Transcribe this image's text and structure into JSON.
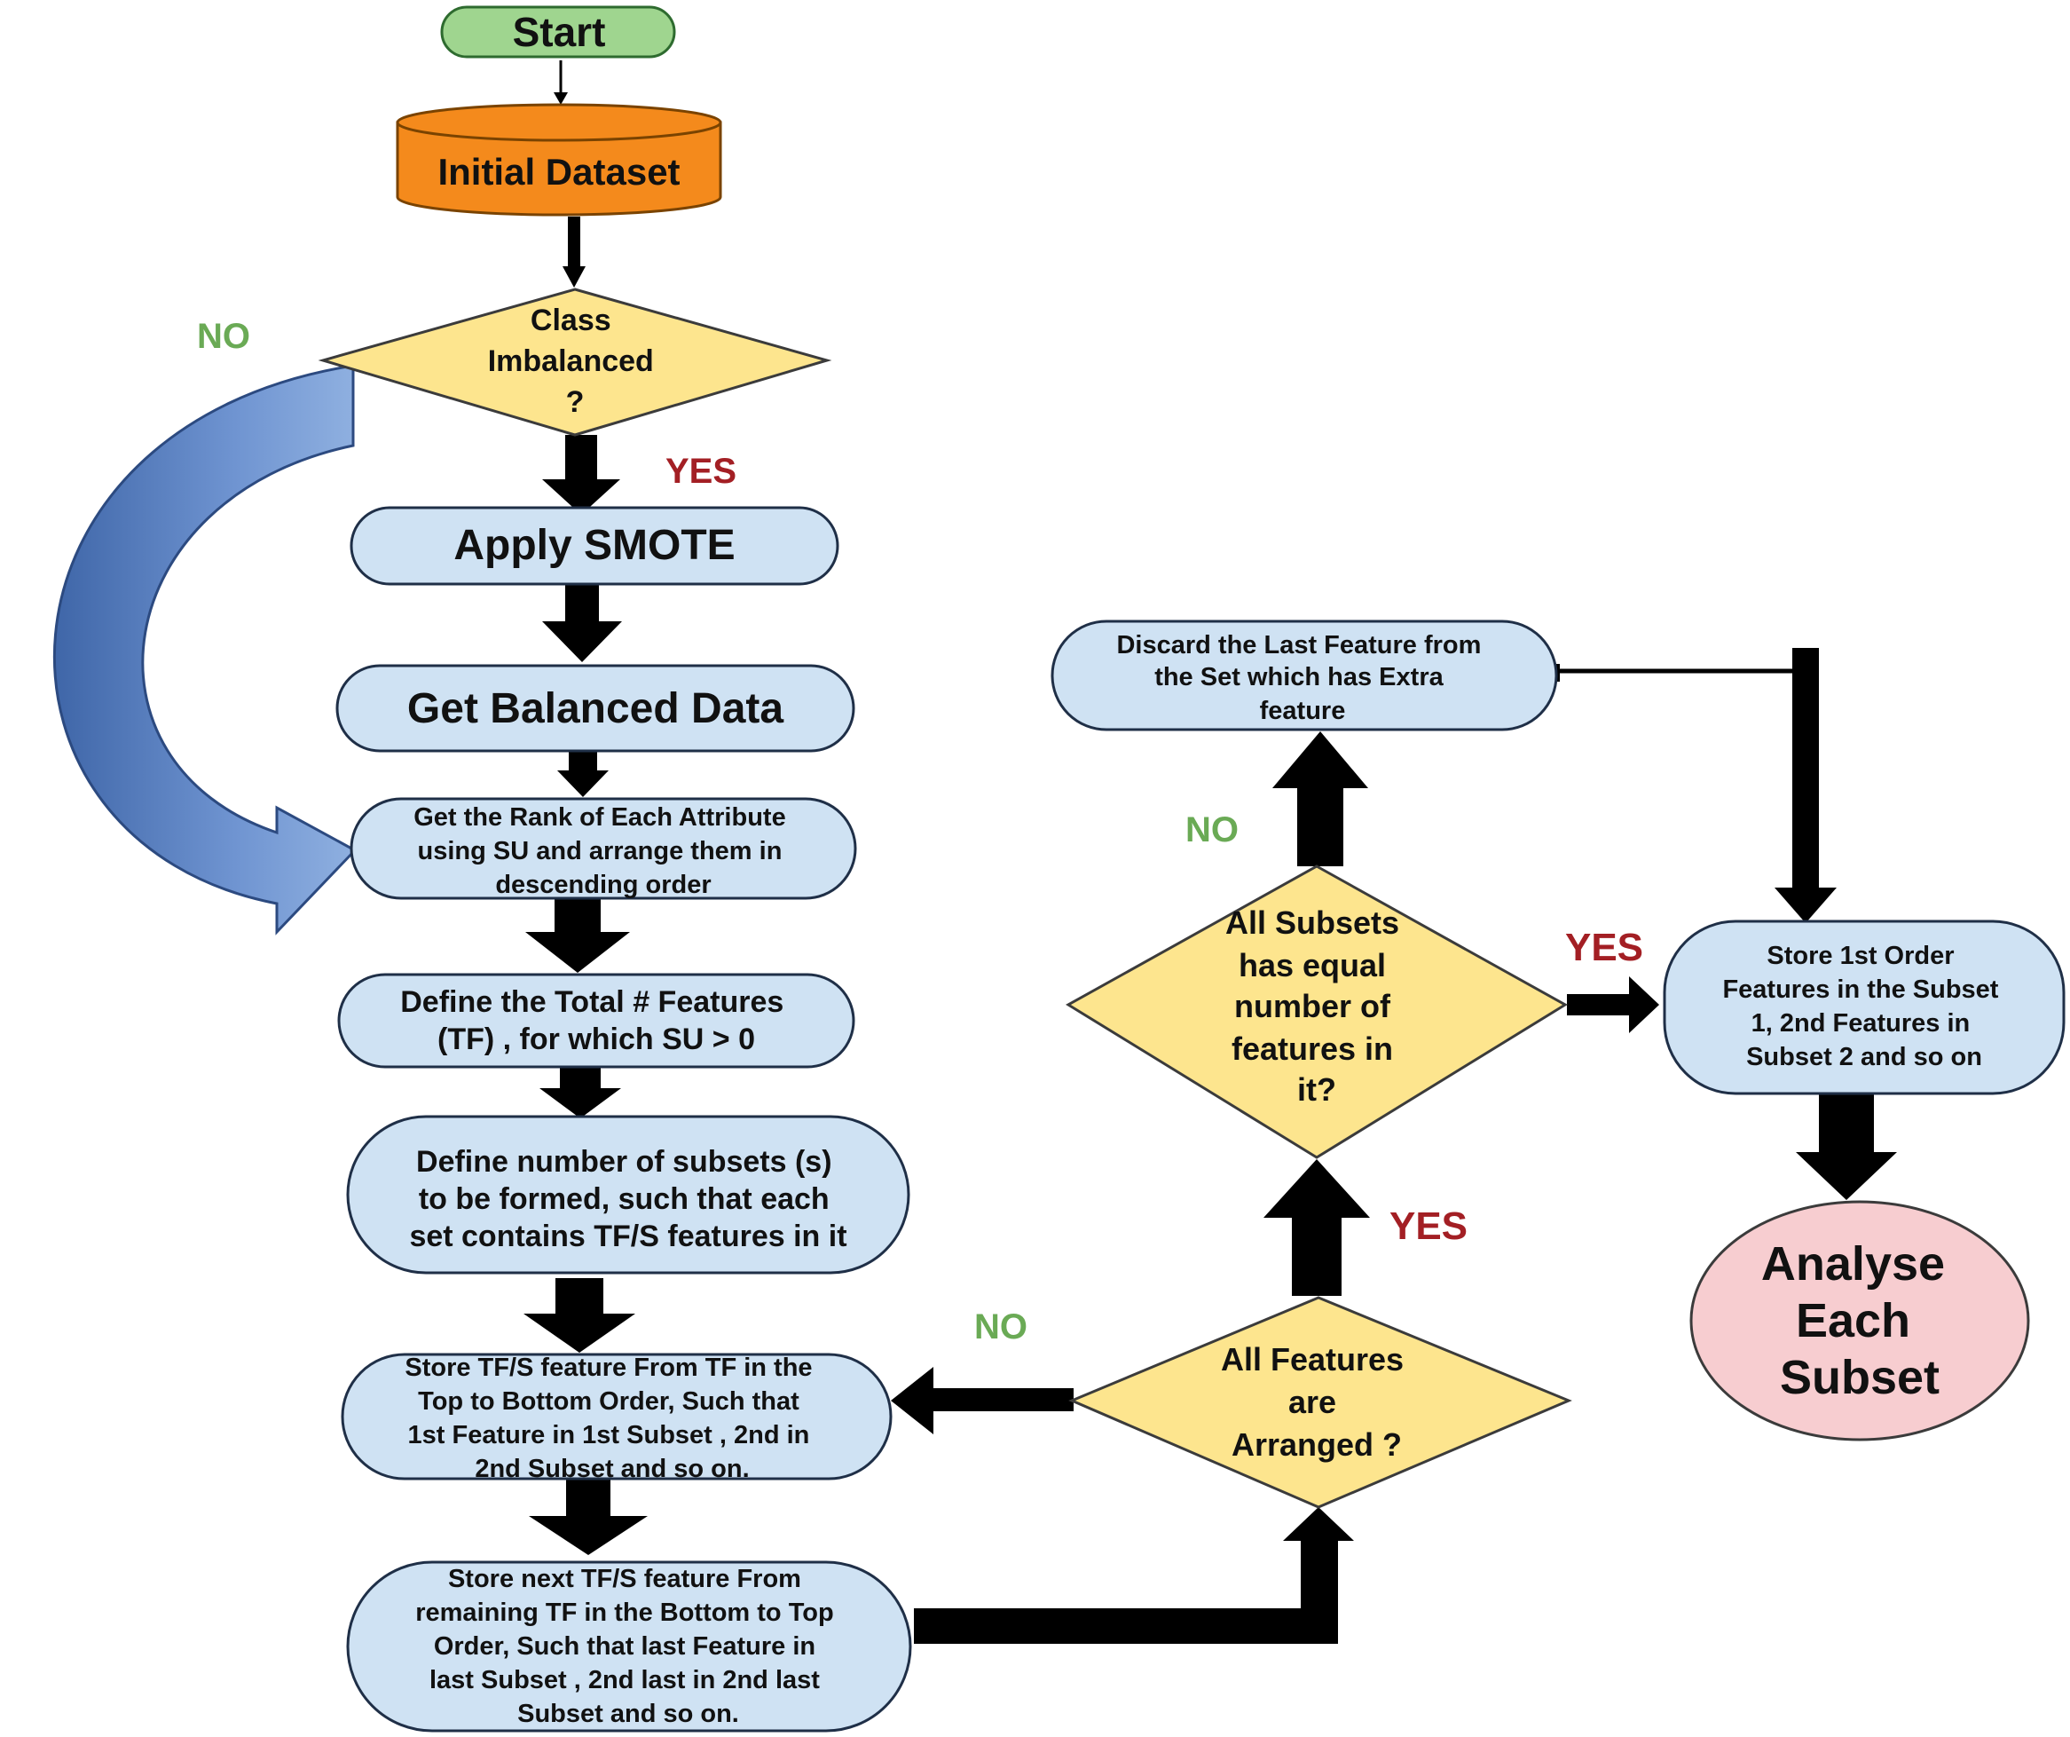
{
  "nodes": {
    "start": {
      "lines": [
        "Start"
      ],
      "fill": "#9fd58f"
    },
    "initial_dataset": {
      "lines": [
        "Initial Dataset"
      ],
      "fill": "#f48a1c"
    },
    "class_imbalanced": {
      "lines": [
        "Class",
        "Imbalanced",
        "?"
      ],
      "fill": "#fde58e"
    },
    "apply_smote": {
      "lines": [
        "Apply SMOTE"
      ],
      "fill": "#cfe2f3"
    },
    "get_balanced": {
      "lines": [
        "Get Balanced Data"
      ],
      "fill": "#cfe2f3"
    },
    "get_rank": {
      "lines": [
        "Get the Rank of Each Attribute",
        "using SU and arrange them in",
        "descending order"
      ],
      "fill": "#cfe2f3"
    },
    "define_tf": {
      "lines": [
        "Define the Total # Features",
        "(TF) , for which SU > 0"
      ],
      "fill": "#cfe2f3"
    },
    "define_subsets": {
      "lines": [
        "Define number of subsets (s)",
        "to be formed, such that each",
        "set contains TF/S features in it"
      ],
      "fill": "#cfe2f3"
    },
    "store_top_bottom": {
      "lines": [
        "Store TF/S feature From TF in the",
        "Top to Bottom Order, Such that",
        "1st Feature in 1st Subset , 2nd in",
        "2nd Subset and so on."
      ],
      "fill": "#cfe2f3"
    },
    "store_bottom_top": {
      "lines": [
        "Store next TF/S feature From",
        "remaining TF in the Bottom to Top",
        "Order, Such that last Feature in",
        "last Subset , 2nd last in 2nd  last",
        "Subset and so on."
      ],
      "fill": "#cfe2f3"
    },
    "all_arranged": {
      "lines": [
        "All Features",
        "are",
        "Arranged ?"
      ],
      "fill": "#fde58e"
    },
    "all_subsets_equal": {
      "lines": [
        "All Subsets",
        "has equal",
        "number of",
        "features in",
        "it?"
      ],
      "fill": "#fde58e"
    },
    "discard_last": {
      "lines": [
        "Discard the Last Feature from",
        "the Set which has Extra",
        "feature"
      ],
      "fill": "#cfe2f3"
    },
    "store_first_order": {
      "lines": [
        "Store 1st Order",
        "Features in the Subset",
        "1, 2nd Features in",
        "Subset 2 and so on"
      ],
      "fill": "#cfe2f3"
    },
    "analyse": {
      "lines": [
        "Analyse",
        "Each",
        "Subset"
      ],
      "fill": "#f7cdd0"
    }
  },
  "labels": {
    "no_imbalance": "NO",
    "yes_imbalance": "YES",
    "no_arranged": "NO",
    "yes_arranged": "YES",
    "no_equal": "NO",
    "yes_equal": "YES"
  },
  "colors": {
    "yes": "#a31f24",
    "no": "#6aaa55",
    "stroke": "#1f2f47",
    "arrow": "#000000",
    "curved_arrow": "#6b8fcb"
  }
}
